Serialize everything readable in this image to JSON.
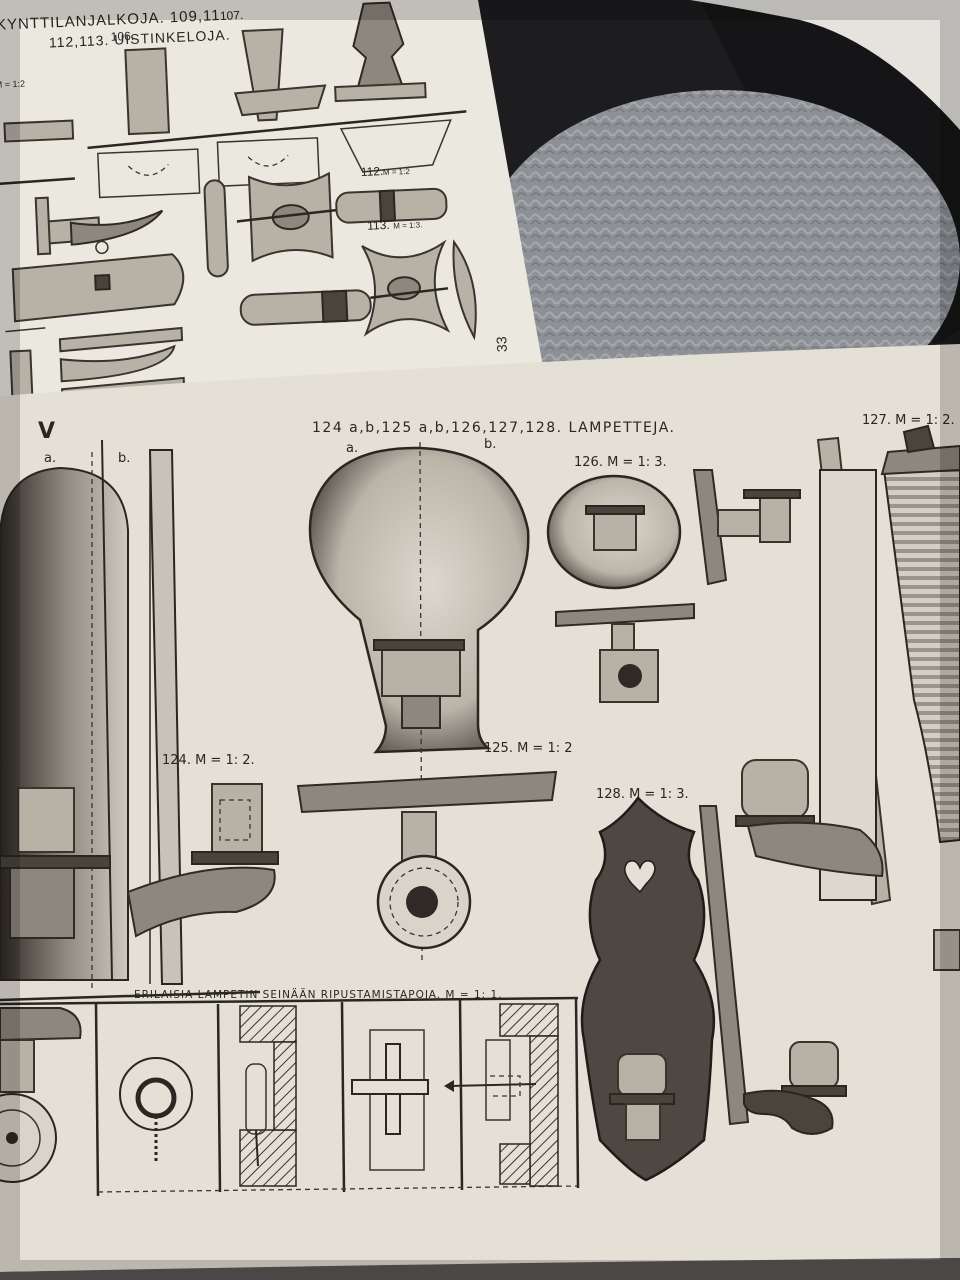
{
  "top_sheet": {
    "heading_line1": "KYNTTILANJALKOJA. 109,11",
    "heading_line2": "112,113. UISTINKELOJA.",
    "page_number": "33",
    "labels": {
      "fig106": "106.",
      "fig107": "107.",
      "fig112": "112.",
      "fig113": "113.",
      "scale": "M = 1:2",
      "scale_113": "M = 1:3."
    }
  },
  "bottom_sheet": {
    "plate_number": "V",
    "title": "124 a,b,125 a,b,126,127,128. LAMPETTEJA.",
    "labels": {
      "a_left": "a.",
      "b_left": "b.",
      "a_mid": "a.",
      "b_mid": "b.",
      "fig124": "124. M = 1: 2.",
      "fig125": "125. M = 1: 2",
      "fig126": "126. M = 1: 3.",
      "fig127": "127. M = 1: 2.",
      "fig128": "128. M = 1: 3."
    },
    "caption": "ERILAISIA LAMPETIN SEINÄÄN RIPUSTAMISTAPOJA. M = 1: 1."
  },
  "colors": {
    "paper": "#e4e0d6",
    "paper_top": "#ebe8e0",
    "ink": "#2a2622",
    "table": "#1d1d1f",
    "placemat": "#8d9196"
  }
}
